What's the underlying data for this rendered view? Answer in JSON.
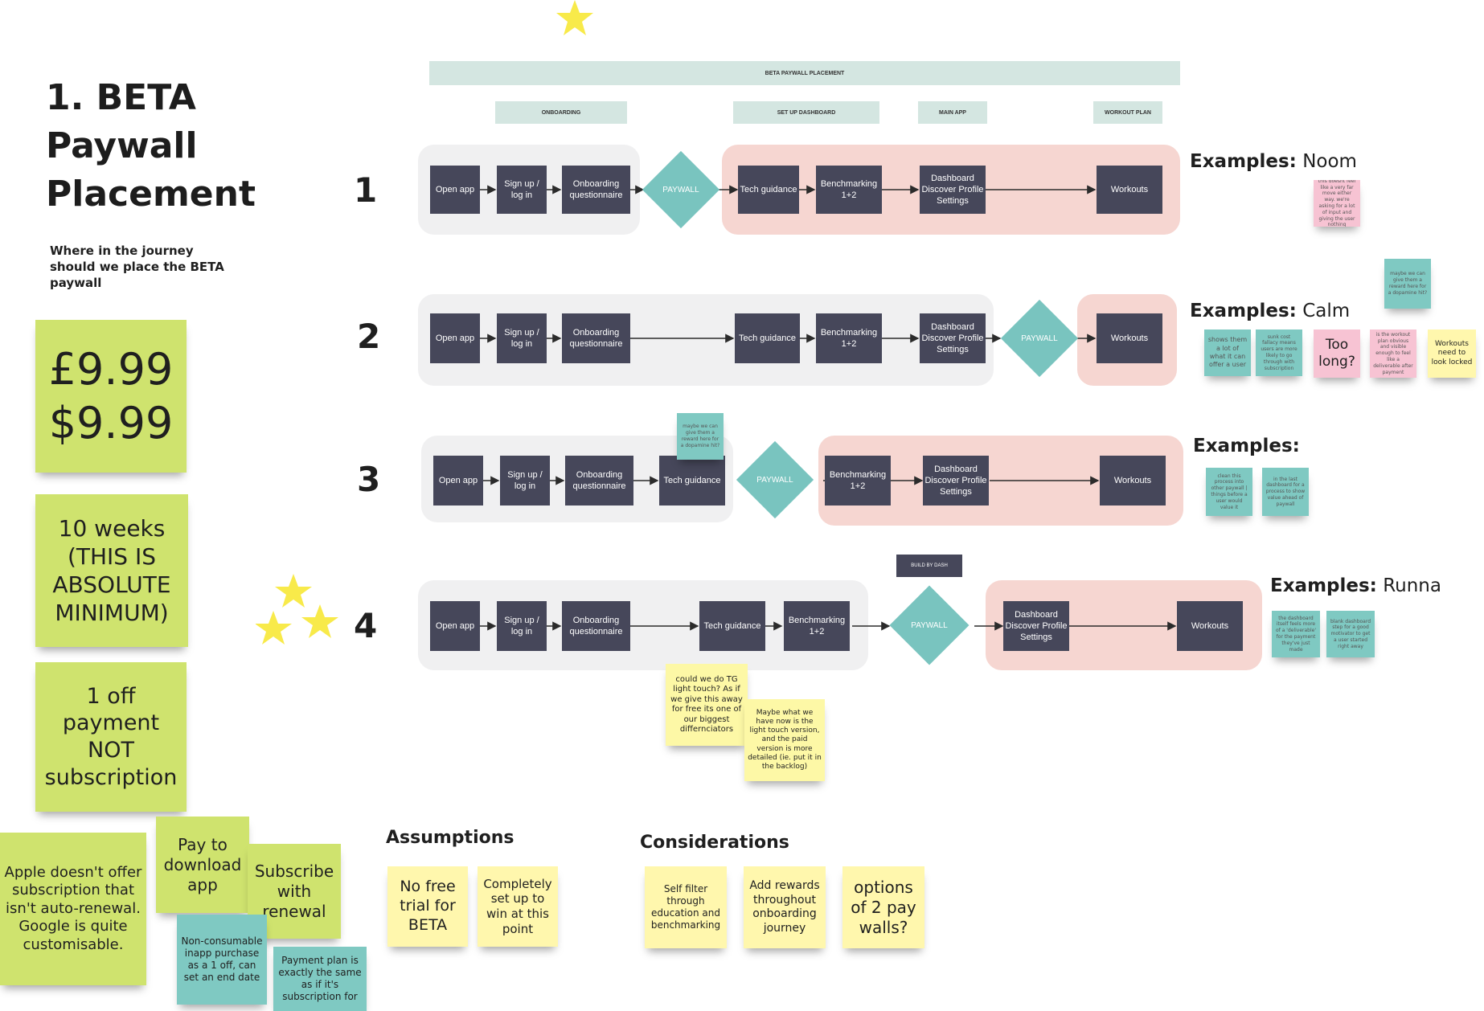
{
  "title": "1. BETA Paywall Placement",
  "subtitle": "Where in the journey should we place the BETA paywall",
  "header_bar": "BETA PAYWALL PLACEMENT",
  "phases": {
    "onboarding": "ONBOARDING",
    "setup": "SET UP DASHBOARD",
    "main": "MAIN APP",
    "workout": "WORKOUT PLAN"
  },
  "steps": {
    "open_app": "Open app",
    "sign_up": "Sign up / log in",
    "onboarding_q": "Onboarding questionnaire",
    "tech_guidance": "Tech guidance",
    "benchmarking": "Benchmarking 1+2",
    "dashboard": "Dashboard Discover Profile Settings",
    "workouts": "Workouts",
    "paywall": "PAYWALL"
  },
  "row_numbers": [
    "1",
    "2",
    "3",
    "4"
  ],
  "examples": {
    "label": "Examples:",
    "row1": "Noom",
    "row2": "Calm",
    "row3": "",
    "row4": "Runna"
  },
  "build_by_dash": "BUILD BY DASH",
  "left_stickies": {
    "price": "£9.99 $9.99",
    "weeks": "10 weeks (THIS IS ABSOLUTE MINIMUM)",
    "one_off": "1 off payment NOT subscription",
    "apple": "Apple doesn't offer subscription that isn't auto-renewal. Google is quite customisable.",
    "pay_download": "Pay to download app",
    "subscribe": "Subscribe with renewal",
    "non_consumable": "Non-consumable inapp purchase as a 1 off, can set an end date",
    "payment_plan": "Payment plan is exactly the same as if it's subscription for"
  },
  "notes": {
    "noom": "this doesnt feel like a very far move either way. we're asking for a lot of input and giving the user nothing",
    "calm_top": "maybe we can give them a reward here for a dopamine hit?",
    "calm_1": "shows them a lot of what it can offer a user",
    "calm_2": "sunk cost fallacy means users are more likely to go through with subscription",
    "calm_3": "Too long?",
    "calm_4": "is the workout plan obvious and visible enough to feel like a deliverable after payment",
    "calm_5": "Workouts need to look locked",
    "row3_reward": "maybe we can give them a reward here for a dopamine hit?",
    "row3_a": "clean this process into other paywall | things before a user would value it",
    "row3_b": "in the last dashboard for a process to show value ahead of paywall",
    "runna_1": "the dashboard itself feels more of a 'deliverable' for the payment they've just made",
    "runna_2": "blank dashboard step for a good motivator to get a user started right away",
    "tg_light": "could we do TG light touch? As if we give this away for free its one of our biggest differnciators",
    "maybe_what": "Maybe what we have now is the light touch version, and the paid version is more detailed (ie. put it in the backlog)"
  },
  "assumptions": {
    "heading": "Assumptions",
    "items": [
      "No free trial for BETA",
      "Completely set up to win at this point"
    ]
  },
  "considerations": {
    "heading": "Considerations",
    "items": [
      "Self filter through education and benchmarking",
      "Add rewards throughout onboarding journey",
      "options of 2 pay walls?"
    ]
  }
}
